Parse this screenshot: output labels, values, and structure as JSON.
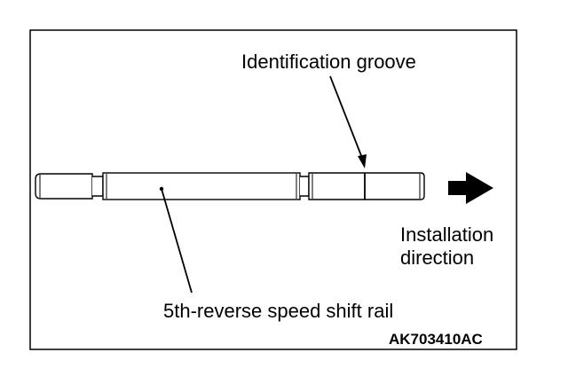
{
  "labels": {
    "identification_groove": "Identification groove",
    "installation_direction_line1": "Installation",
    "installation_direction_line2": "direction",
    "shift_rail": "5th-reverse speed shift rail",
    "figure_code": "AK703410AC"
  },
  "colors": {
    "ink": "#000000",
    "background": "#ffffff"
  },
  "icons": {
    "direction_arrow": "arrow-right-icon"
  }
}
